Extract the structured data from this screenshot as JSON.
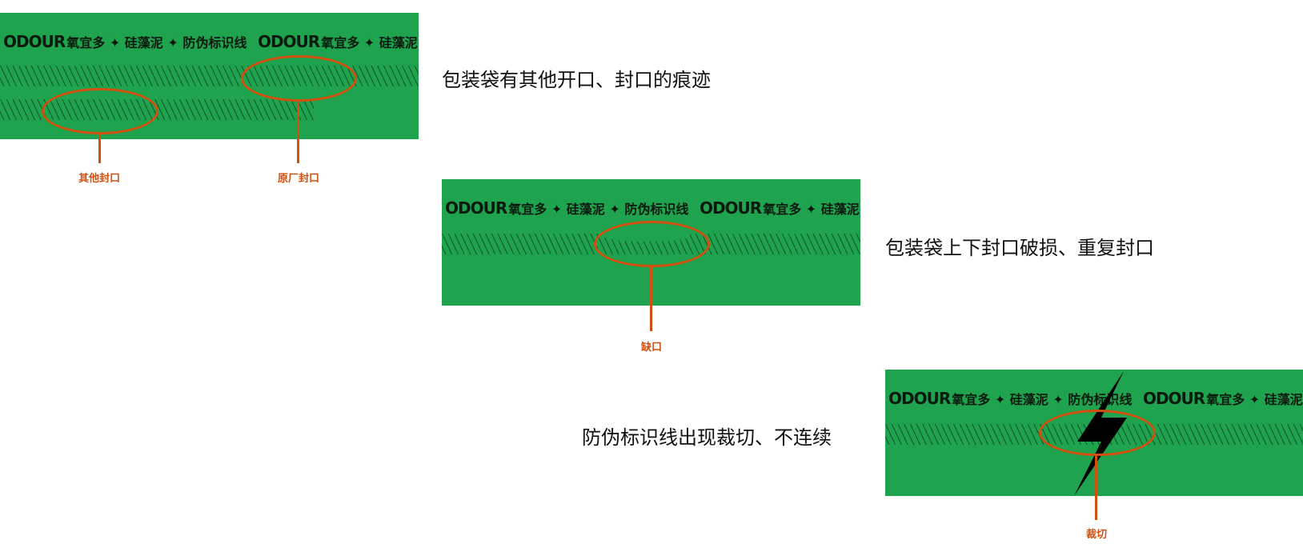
{
  "brand_strip": {
    "logo": "ODOUR",
    "text": "氧宜多 ✦ 硅藻泥 ✦ 防伪标识线",
    "text_short": "氧宜多 ✦ 硅藻泥"
  },
  "colors": {
    "bag_green": "#1fa34e",
    "callout_orange": "#d2500f",
    "text": "#111111"
  },
  "sections": [
    {
      "caption": "包装袋有其他开口、封口的痕迹",
      "callouts": [
        "其他封口",
        "原厂封口"
      ]
    },
    {
      "caption": "包装袋上下封口破损、重复封口",
      "callouts": [
        "缺口"
      ]
    },
    {
      "caption": "防伪标识线出现裁切、不连续",
      "callouts": [
        "裁切"
      ],
      "icon": "lightning-bolt-icon"
    }
  ]
}
